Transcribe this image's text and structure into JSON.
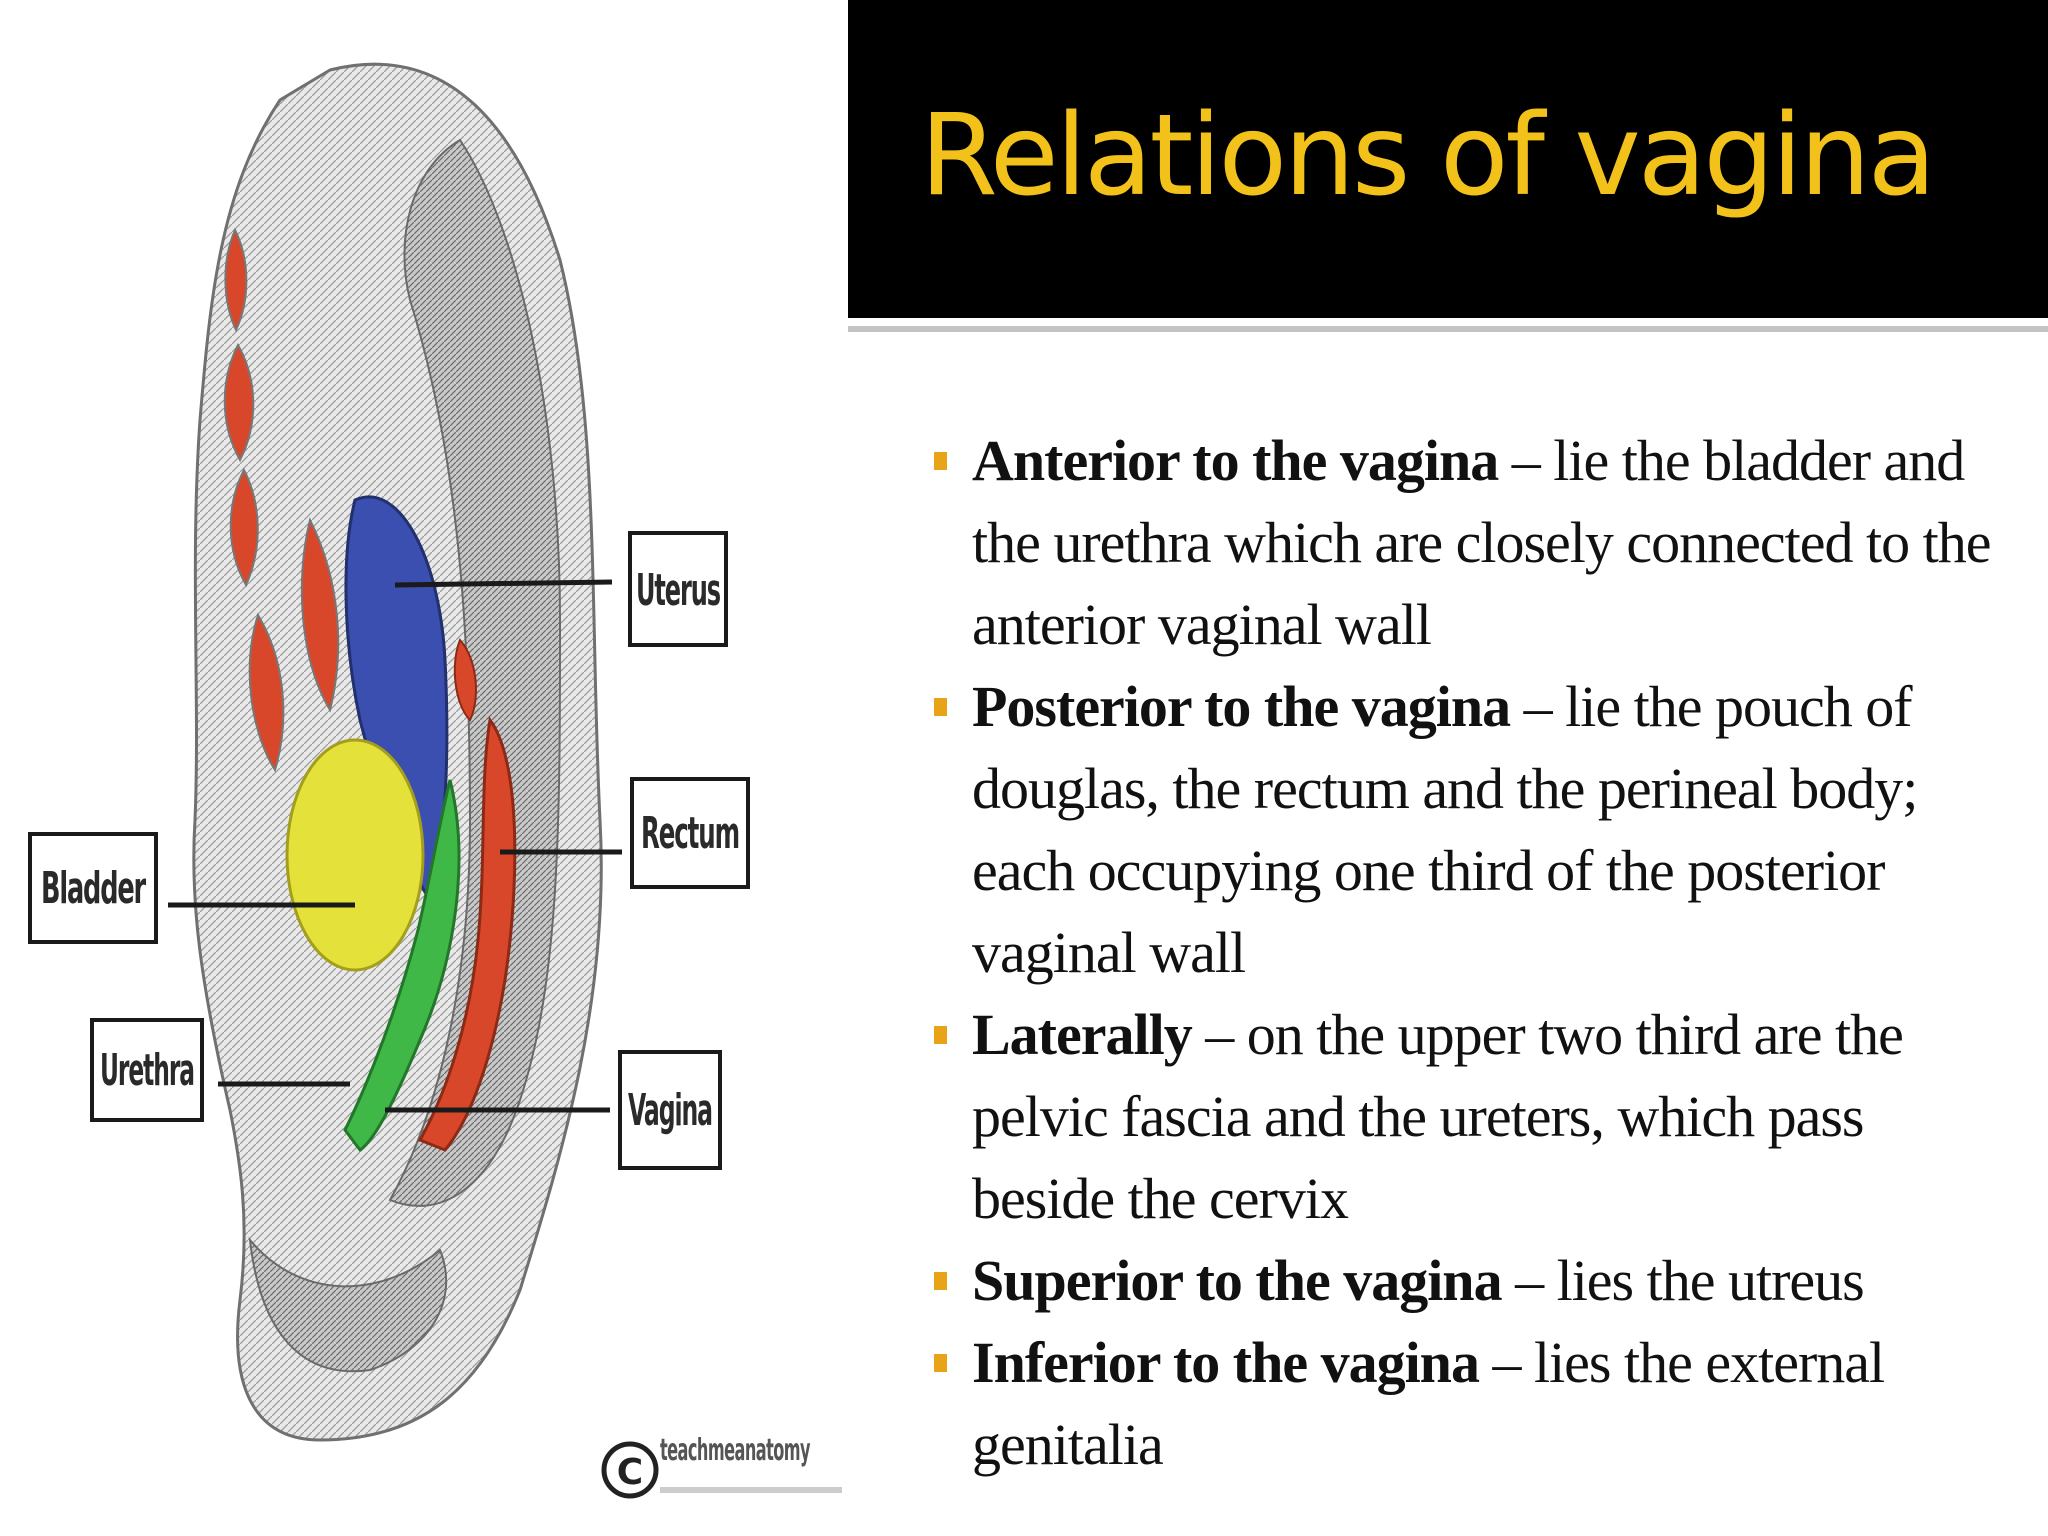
{
  "slide": {
    "title": "Relations of vagina",
    "colors": {
      "title_bar": "#000000",
      "title_text": "#f2c21b",
      "bullet_marker": "#e8a317",
      "uterus": "#3a4fb0",
      "bladder": "#e4e23a",
      "vagina": "#3fb848",
      "rectum": "#d9472a"
    },
    "bullets": [
      {
        "term": "Anterior to the vagina",
        "text": " – lie the bladder and the urethra which are closely connected to the anterior vaginal wall"
      },
      {
        "term": "Posterior to the vagina",
        "text": " – lie the pouch of douglas, the rectum and the perineal body; each occupying  one third of the posterior vaginal wall"
      },
      {
        "term": "Laterally",
        "text": " – on the upper two third are the pelvic fascia and the ureters, which pass beside the cervix"
      },
      {
        "term": "Superior to the vagina",
        "text": " – lies the utreus"
      },
      {
        "term": "Inferior to the vagina",
        "text": " – lies the external genitalia"
      }
    ]
  },
  "diagram": {
    "labels": {
      "uterus": "Uterus",
      "rectum": "Rectum",
      "bladder": "Bladder",
      "urethra": "Urethra",
      "vagina": "Vagina"
    },
    "credit": "teachmeanatomy",
    "credit_icon": "copyright-icon"
  }
}
